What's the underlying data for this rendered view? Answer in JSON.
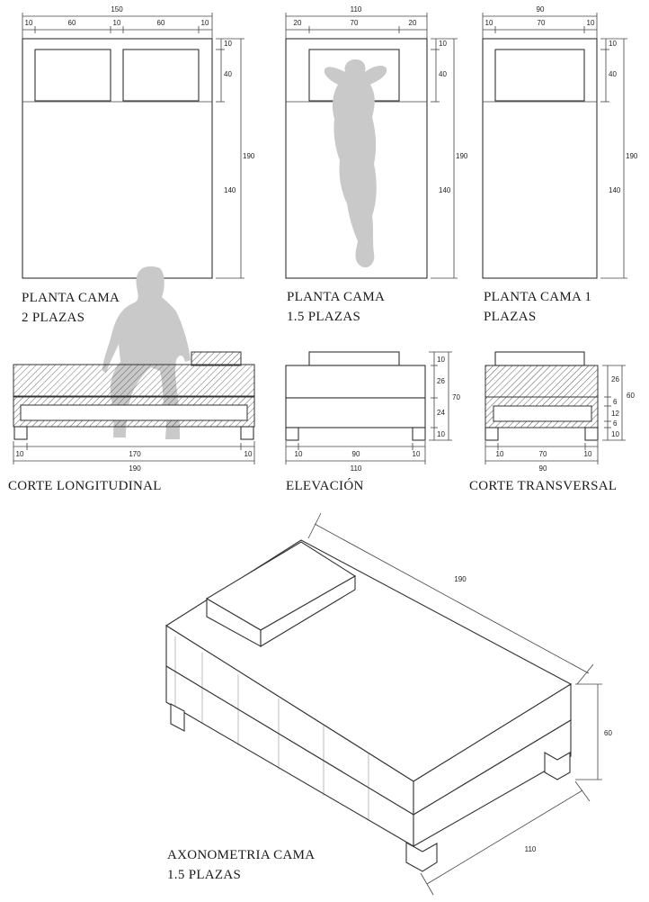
{
  "plans": {
    "double": {
      "caption_line1": "PLANTA CAMA",
      "caption_line2": "2 PLAZAS",
      "width_total": "150",
      "width_parts": [
        "10",
        "60",
        "10",
        "60",
        "10"
      ],
      "length_total": "190",
      "length_parts": [
        "10",
        "40",
        "140"
      ]
    },
    "one_half": {
      "caption_line1": "PLANTA CAMA",
      "caption_line2": "1.5 PLAZAS",
      "width_total": "110",
      "width_parts": [
        "20",
        "70",
        "20"
      ],
      "length_total": "190",
      "length_parts": [
        "10",
        "40",
        "140"
      ]
    },
    "single": {
      "caption_line1": "PLANTA CAMA 1",
      "caption_line2": "PLAZAS",
      "width_total": "90",
      "width_parts": [
        "10",
        "70",
        "10"
      ],
      "length_total": "190",
      "length_parts": [
        "10",
        "40",
        "140"
      ]
    }
  },
  "sections": {
    "longitudinal": {
      "caption": "CORTE LONGITUDINAL",
      "bottom_parts": [
        "10",
        "170",
        "10"
      ],
      "total": "190"
    },
    "elevation": {
      "caption": "ELEVACIÓN",
      "bottom_parts": [
        "10",
        "90",
        "10"
      ],
      "total": "110",
      "height_parts": [
        "10",
        "26",
        "24",
        "10"
      ],
      "height_total": "70"
    },
    "transversal": {
      "caption": "CORTE TRANSVERSAL",
      "bottom_parts": [
        "10",
        "70",
        "10"
      ],
      "total": "90",
      "height_parts": [
        "26",
        "6",
        "12",
        "6",
        "10"
      ],
      "height_total": "60"
    }
  },
  "axonometric": {
    "caption_line1": "AXONOMETRIA CAMA",
    "caption_line2": "1.5 PLAZAS",
    "length": "190",
    "height": "60",
    "width": "110"
  },
  "colors": {
    "line": "#333333",
    "silhouette": "#c9c9c9",
    "hatch": "#555555"
  }
}
